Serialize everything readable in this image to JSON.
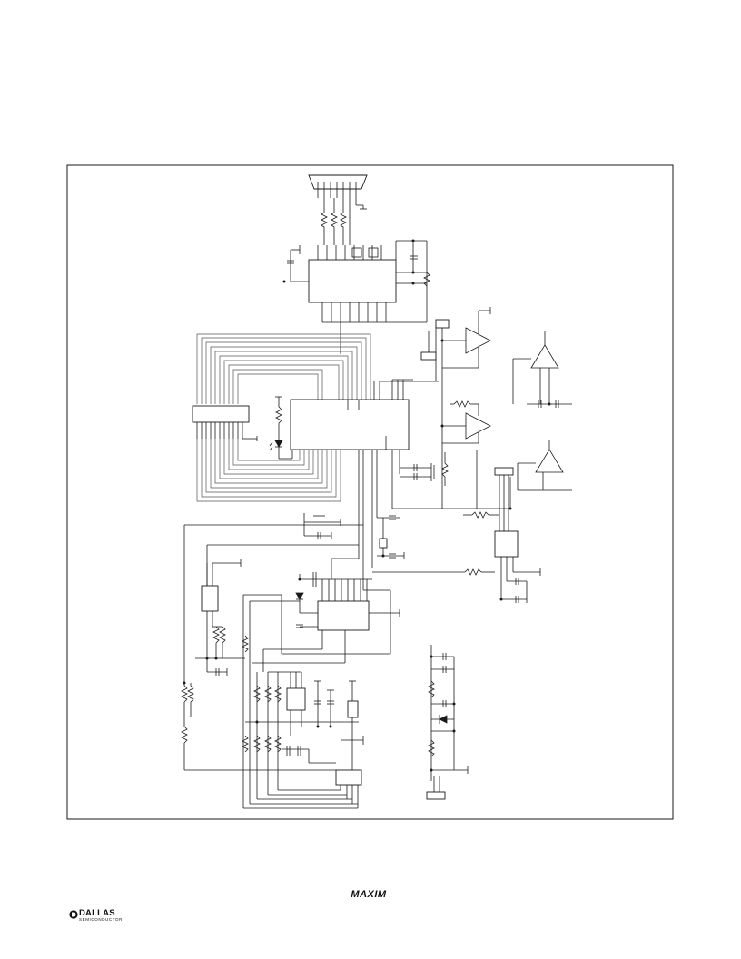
{
  "footer": {
    "maxim_logo": "MAXIM",
    "dallas_logo": "DALLAS",
    "dallas_sub": "SEMICONDUCTOR"
  },
  "icons": {
    "maxim": "maxim-logo",
    "dallas": "dallas-semiconductor-logo"
  }
}
